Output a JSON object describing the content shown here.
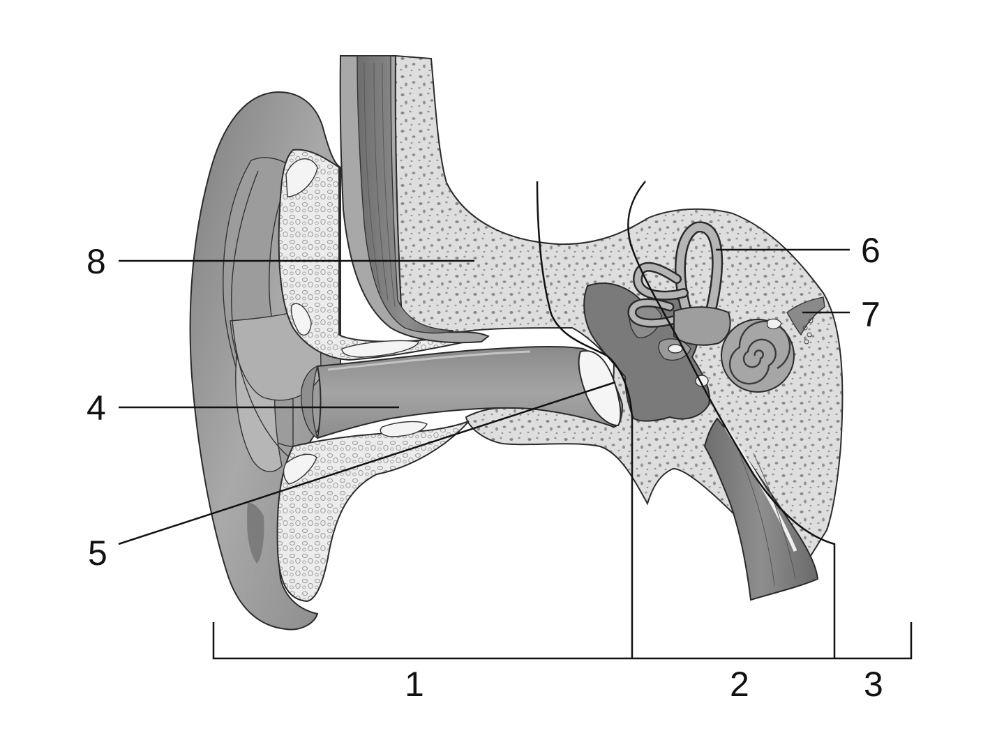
{
  "figure": {
    "labels": {
      "l1": "1",
      "l2": "2",
      "l3": "3",
      "l4": "4",
      "l5": "5",
      "l6": "6",
      "l7": "7",
      "l8": "8"
    },
    "colors": {
      "ink": "#2a2a2a",
      "skin_dark": "#8e8e8e",
      "skin_mid": "#a6a6a6",
      "skin_light": "#c4c4c4",
      "bone": "#dcdcdc",
      "cartilage": "#e9e9e9",
      "canal": "#9a9a9a",
      "muscle": "#7d7d7d",
      "pale": "#f2f2f2"
    }
  }
}
